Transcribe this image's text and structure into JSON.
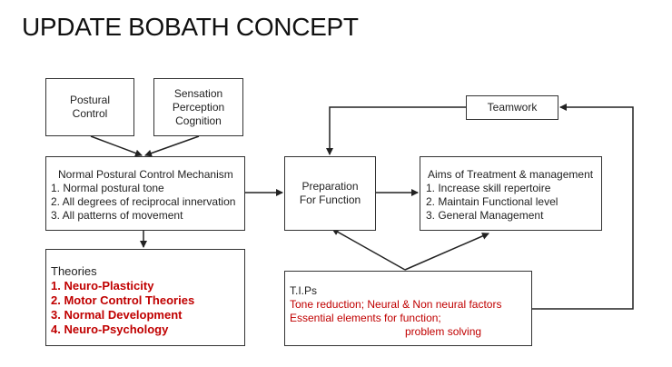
{
  "title": "UPDATE BOBATH CONCEPT",
  "boxes": {
    "postural_control": [
      "Postural",
      "Control"
    ],
    "sensation": [
      "Sensation",
      "Perception",
      "Cognition"
    ],
    "teamwork": "Teamwork",
    "npcm": {
      "heading": "Normal Postural Control Mechanism",
      "items": [
        "1. Normal postural tone",
        "2. All degrees of reciprocal innervation",
        "3. All patterns of movement"
      ]
    },
    "preparation": [
      "Preparation",
      "For Function"
    ],
    "aims": {
      "heading": "Aims of Treatment & management",
      "items": [
        "1. Increase skill repertoire",
        "2. Maintain Functional level",
        "3. General Management"
      ]
    },
    "theories": {
      "heading": "Theories",
      "items": [
        "1. Neuro-Plasticity",
        "2. Motor Control Theories",
        "3. Normal Development",
        "4. Neuro-Psychology"
      ]
    },
    "tips": {
      "heading": "T.I.Ps",
      "lines": [
        "Tone reduction; Neural & Non neural factors",
        "Essential elements for function;",
        "problem solving"
      ]
    }
  },
  "colors": {
    "accent_red": "#c00000",
    "border": "#333333"
  }
}
